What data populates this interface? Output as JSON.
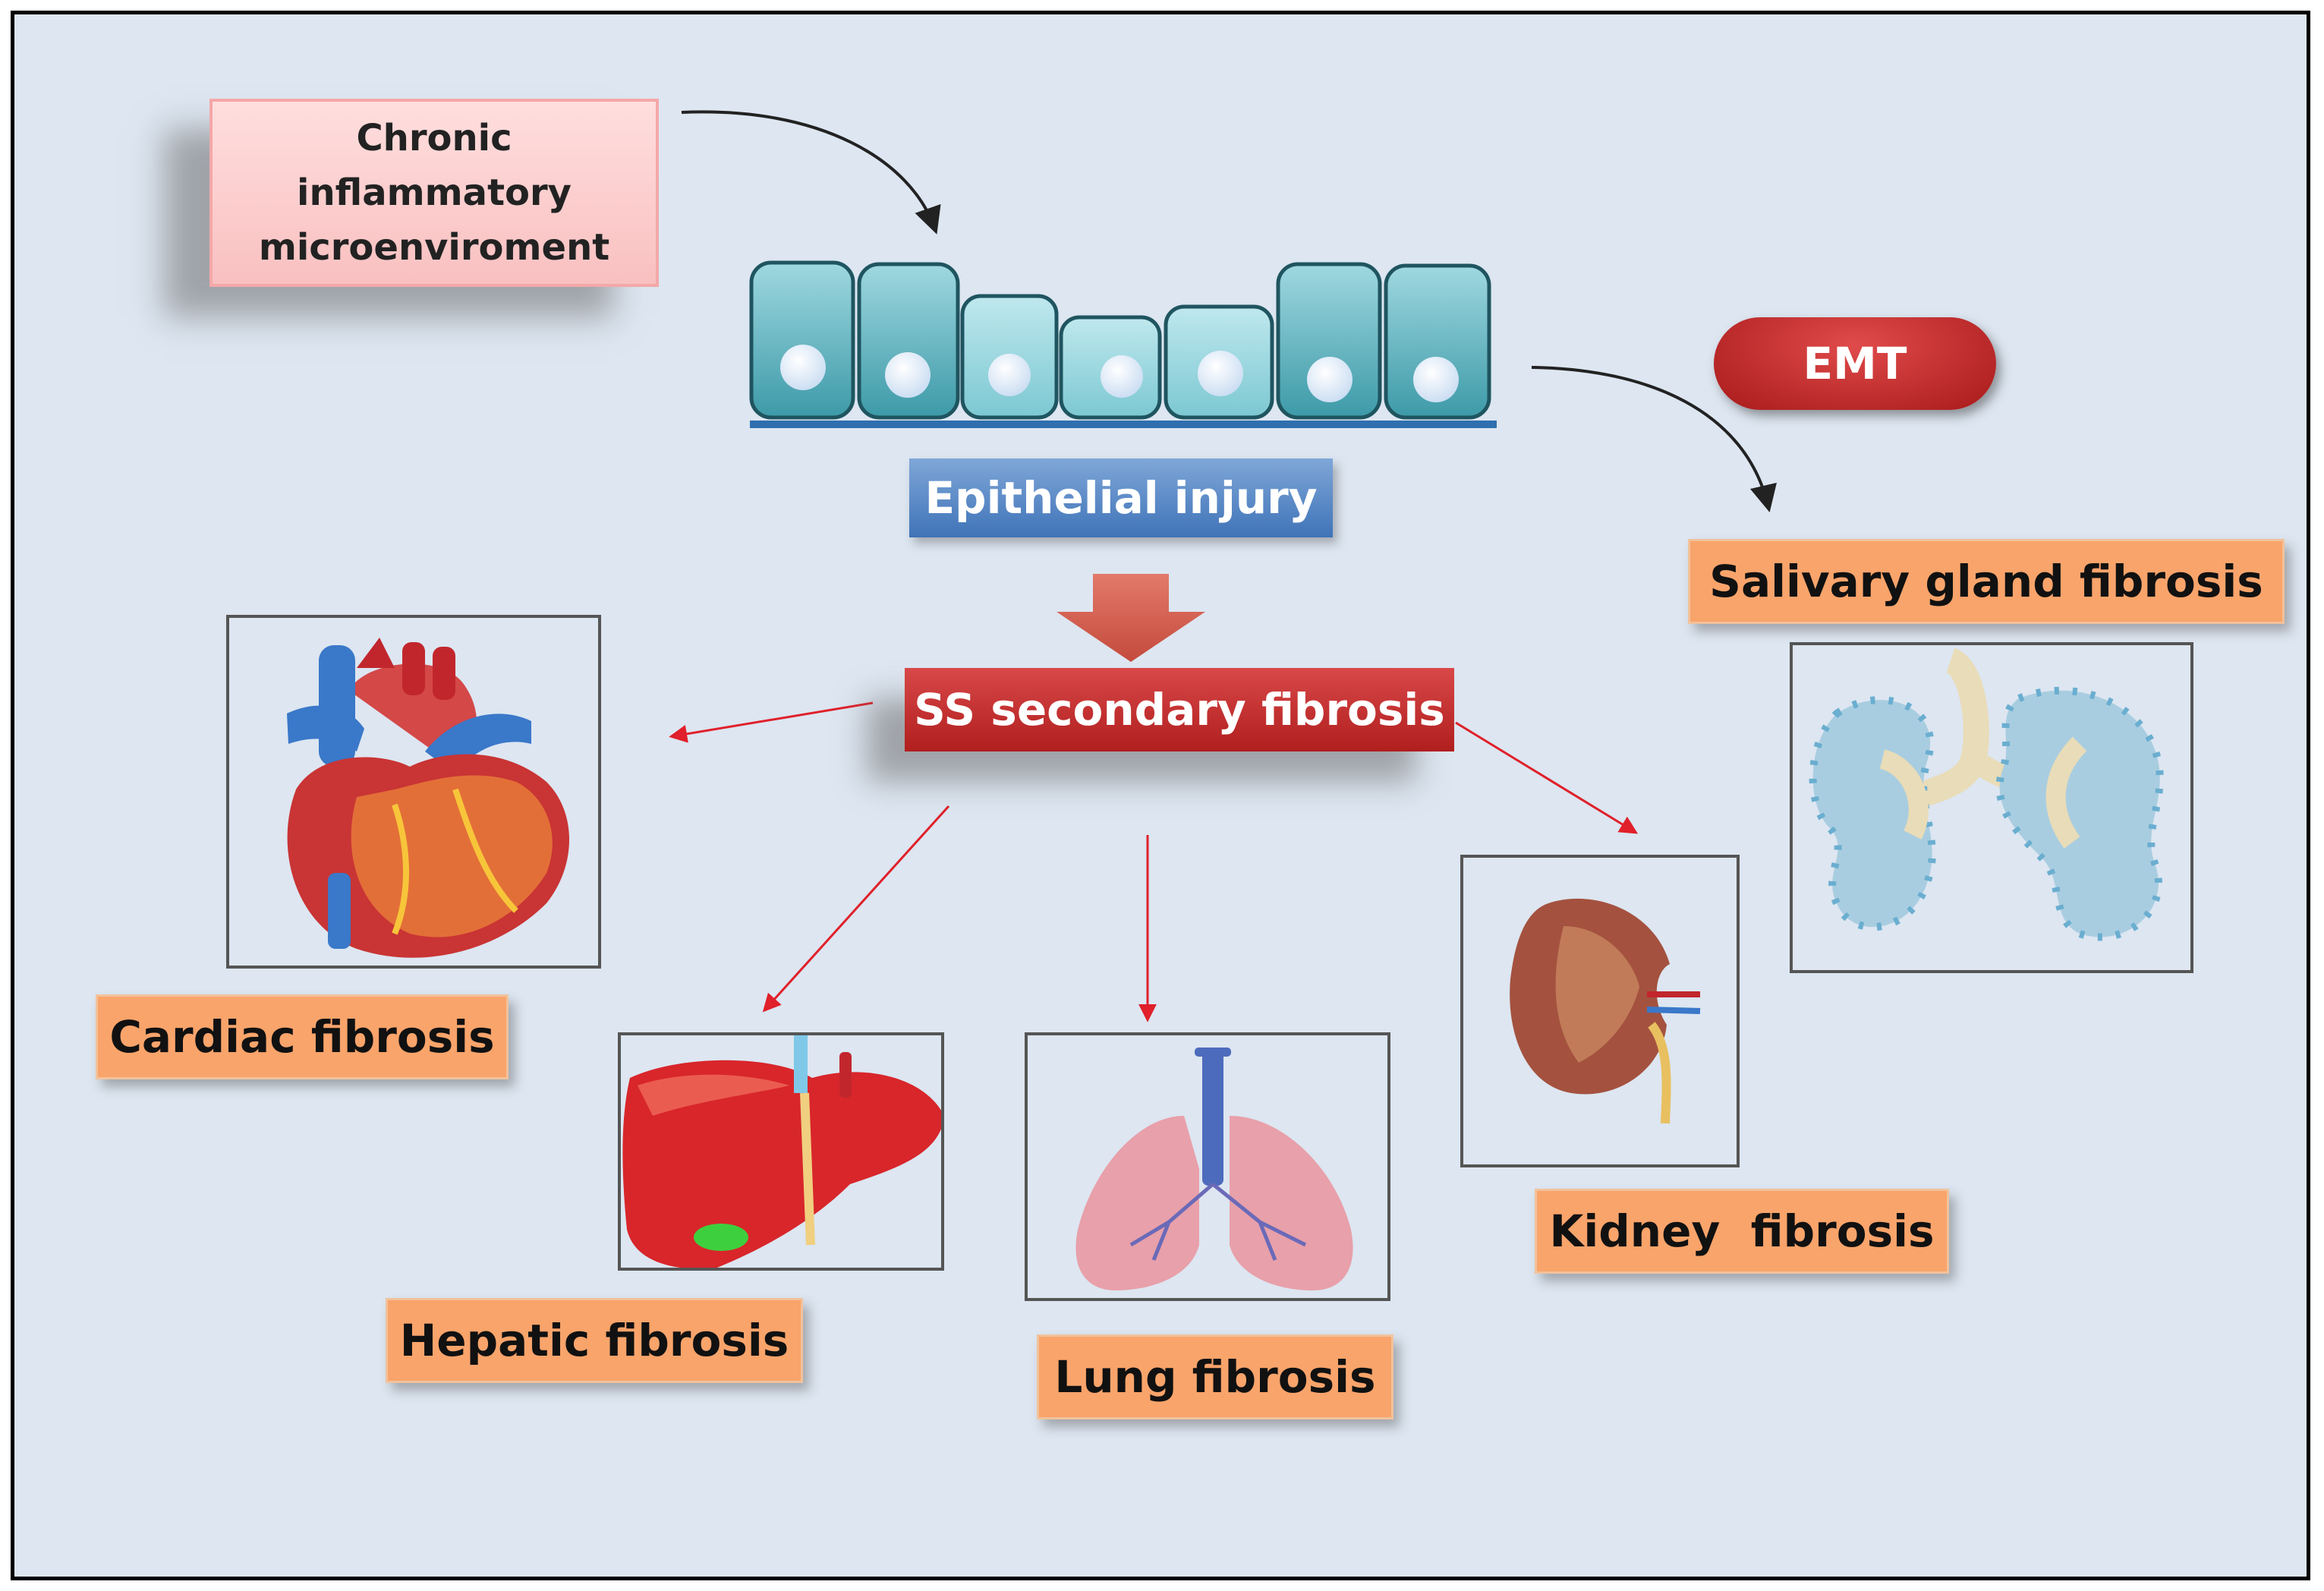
{
  "chronic": {
    "line1": "Chronic",
    "line2": "inflammatory",
    "line3": "microenviroment"
  },
  "epithelial": "Epithelial injury",
  "emt": "EMT",
  "ss": "SS secondary fibrosis",
  "salivary": "Salivary gland fibrosis",
  "cardiac": "Cardiac fibrosis",
  "hepatic": "Hepatic fibrosis",
  "lung": "Lung fibrosis",
  "kidney": "Kidney  fibrosis",
  "colors": {
    "background": "#dde6f1",
    "orange_label": "#f9a46b",
    "red_box": "#c0282a",
    "blue_box": "#4a7cc0",
    "pink_box": "#fcd0d0",
    "red_arrow": "#e0202a",
    "epithelium": "#7ec4d0"
  },
  "icons": {
    "heart": "heart-illustration",
    "liver": "liver-illustration",
    "lungs": "lungs-illustration",
    "kidney": "kidney-illustration",
    "salivary": "salivary-gland-illustration",
    "epithelium": "epithelial-cell-layer"
  }
}
